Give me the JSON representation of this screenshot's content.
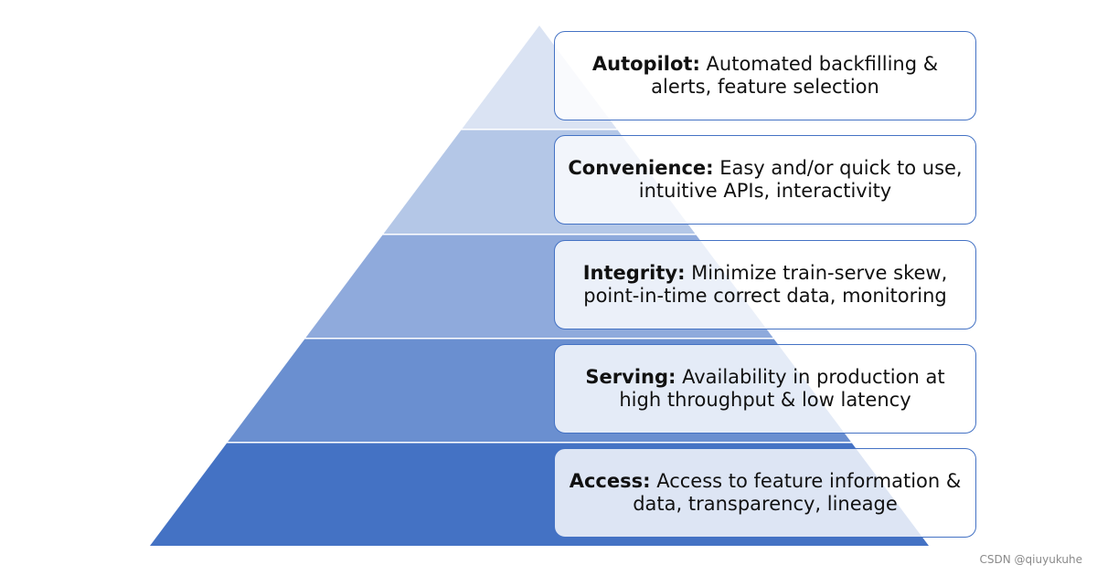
{
  "tiers": [
    {
      "name": "Autopilot:",
      "description": " Automated backfilling & alerts, feature selection",
      "color": "#dae3f3"
    },
    {
      "name": "Convenience:",
      "description": " Easy and/or quick to use, intuitive APIs, interactivity",
      "color": "#b4c7e7"
    },
    {
      "name": "Integrity:",
      "description": " Minimize train-serve skew, point-in-time correct data, monitoring",
      "color": "#8faadc"
    },
    {
      "name": "Serving:",
      "description": " Availability in production at high throughput & low latency",
      "color": "#6a8fd0"
    },
    {
      "name": "Access:",
      "description": " Access to feature information & data, transparency, lineage",
      "color": "#4472c4"
    }
  ],
  "watermark": "CSDN @qiuyukuhe"
}
